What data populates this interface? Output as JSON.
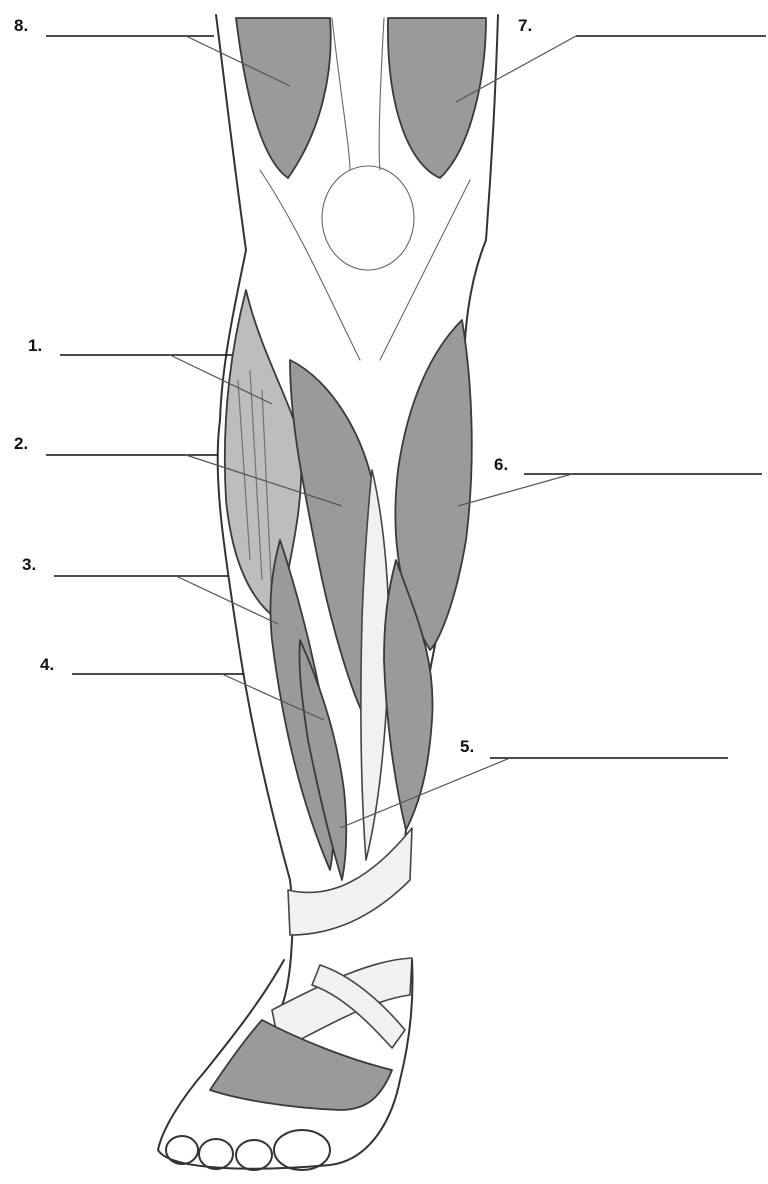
{
  "labels": [
    {
      "id": "8",
      "text": "8."
    },
    {
      "id": "7",
      "text": "7."
    },
    {
      "id": "1",
      "text": "1."
    },
    {
      "id": "2",
      "text": "2."
    },
    {
      "id": "6",
      "text": "6."
    },
    {
      "id": "3",
      "text": "3."
    },
    {
      "id": "4",
      "text": "4."
    },
    {
      "id": "5",
      "text": "5."
    }
  ],
  "colors": {
    "line": "#111111",
    "muscle_shade": "#9a9a9a",
    "tendon": "#f1f1f1"
  }
}
